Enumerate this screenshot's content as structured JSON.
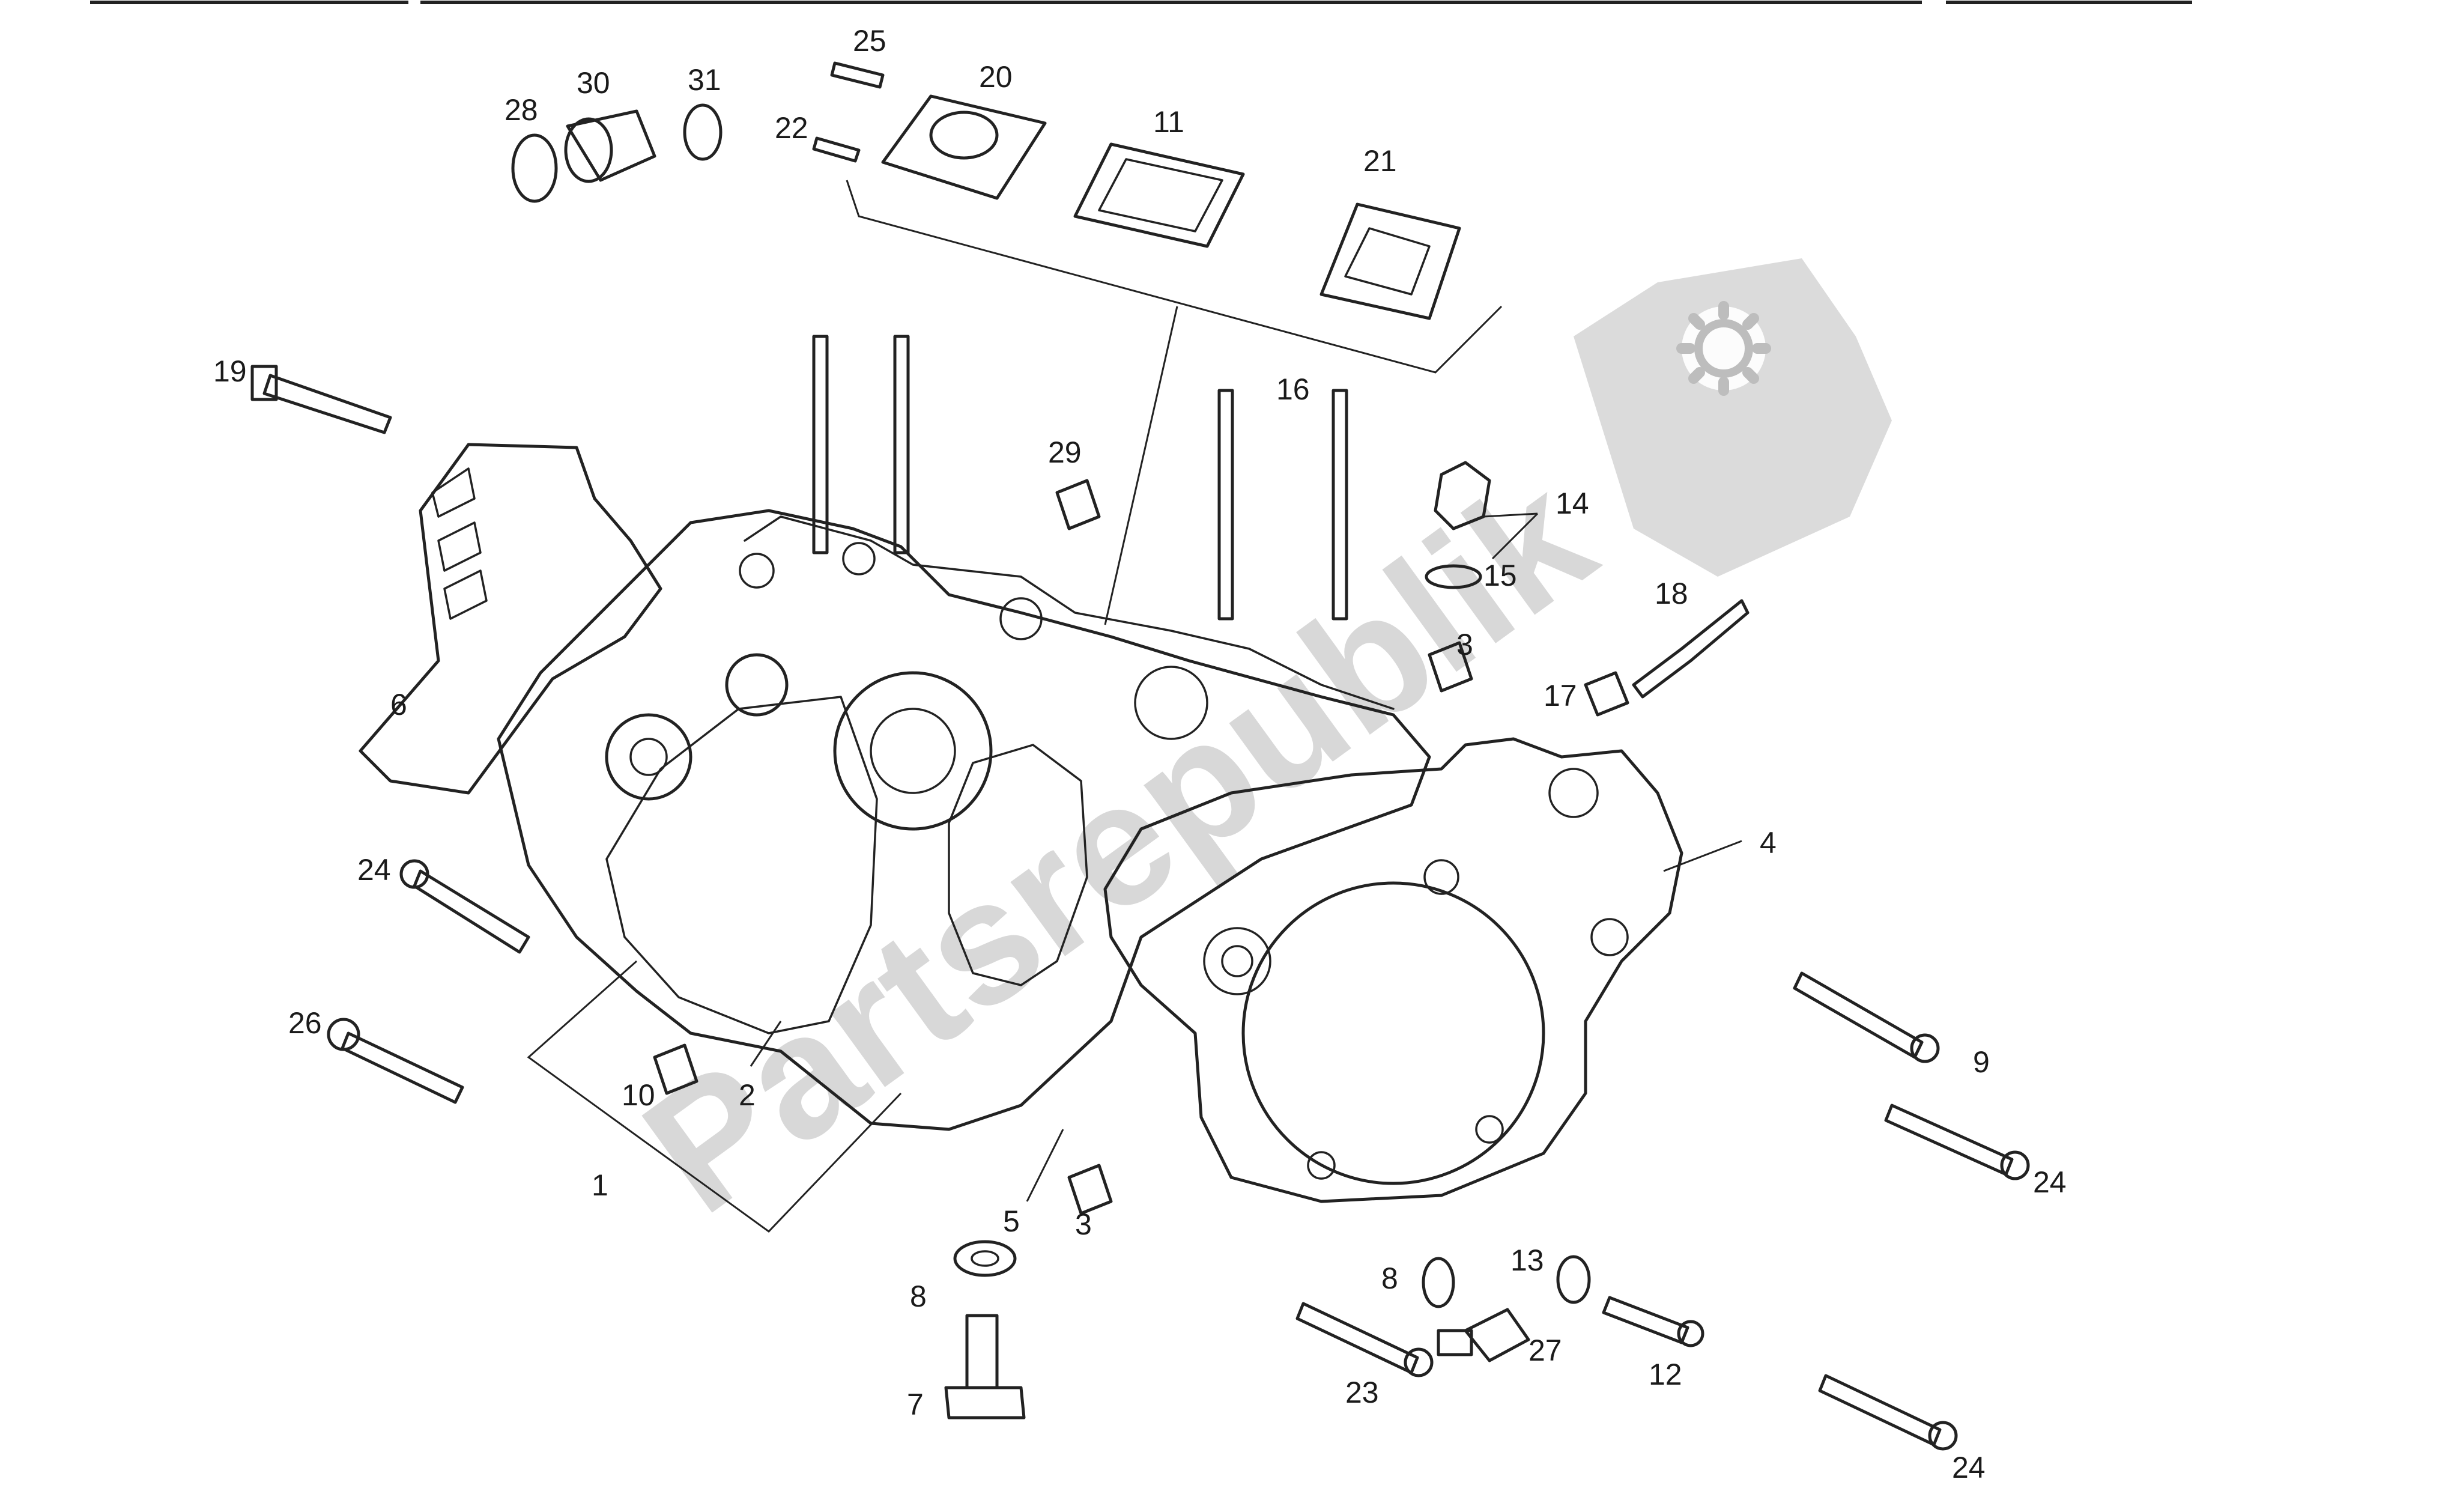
{
  "watermark": {
    "text": "Partsrepublik",
    "color": "#c8c8c8",
    "icon": "gear-icon"
  },
  "callouts": [
    {
      "id": "p25",
      "text": "25"
    },
    {
      "id": "p20",
      "text": "20"
    },
    {
      "id": "p22",
      "text": "22"
    },
    {
      "id": "p11",
      "text": "11"
    },
    {
      "id": "p21",
      "text": "21"
    },
    {
      "id": "p28",
      "text": "28"
    },
    {
      "id": "p30",
      "text": "30"
    },
    {
      "id": "p31",
      "text": "31"
    },
    {
      "id": "p19",
      "text": "19"
    },
    {
      "id": "p16",
      "text": "16"
    },
    {
      "id": "p29",
      "text": "29"
    },
    {
      "id": "p14",
      "text": "14"
    },
    {
      "id": "p15",
      "text": "15"
    },
    {
      "id": "p18",
      "text": "18"
    },
    {
      "id": "p3a",
      "text": "3"
    },
    {
      "id": "p17",
      "text": "17"
    },
    {
      "id": "p6",
      "text": "6"
    },
    {
      "id": "p4",
      "text": "4"
    },
    {
      "id": "p24a",
      "text": "24"
    },
    {
      "id": "p26",
      "text": "26"
    },
    {
      "id": "p10",
      "text": "10"
    },
    {
      "id": "p2",
      "text": "2"
    },
    {
      "id": "p1",
      "text": "1"
    },
    {
      "id": "p5",
      "text": "5"
    },
    {
      "id": "p3b",
      "text": "3"
    },
    {
      "id": "p9",
      "text": "9"
    },
    {
      "id": "p24b",
      "text": "24"
    },
    {
      "id": "p8a",
      "text": "8"
    },
    {
      "id": "p7",
      "text": "7"
    },
    {
      "id": "p8b",
      "text": "8"
    },
    {
      "id": "p13",
      "text": "13"
    },
    {
      "id": "p27",
      "text": "27"
    },
    {
      "id": "p12",
      "text": "12"
    },
    {
      "id": "p23",
      "text": "23"
    },
    {
      "id": "p24c",
      "text": "24"
    }
  ]
}
